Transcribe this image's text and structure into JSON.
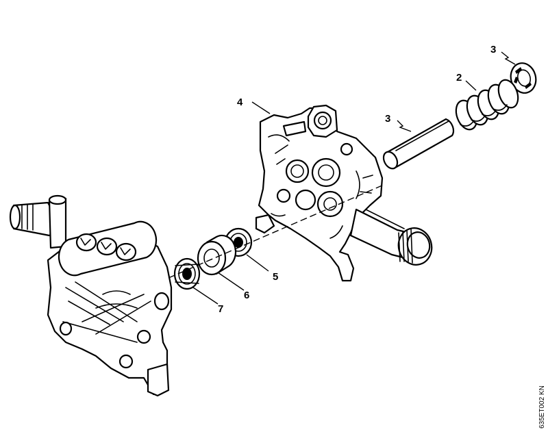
{
  "callouts": {
    "c1": "3",
    "c2": "2",
    "c3": "4",
    "c4": "3",
    "c5": "5",
    "c6": "6",
    "c7": "7"
  },
  "drawing_code": "635ET002 KN",
  "colors": {
    "line": "#000000",
    "background": "#ffffff"
  }
}
